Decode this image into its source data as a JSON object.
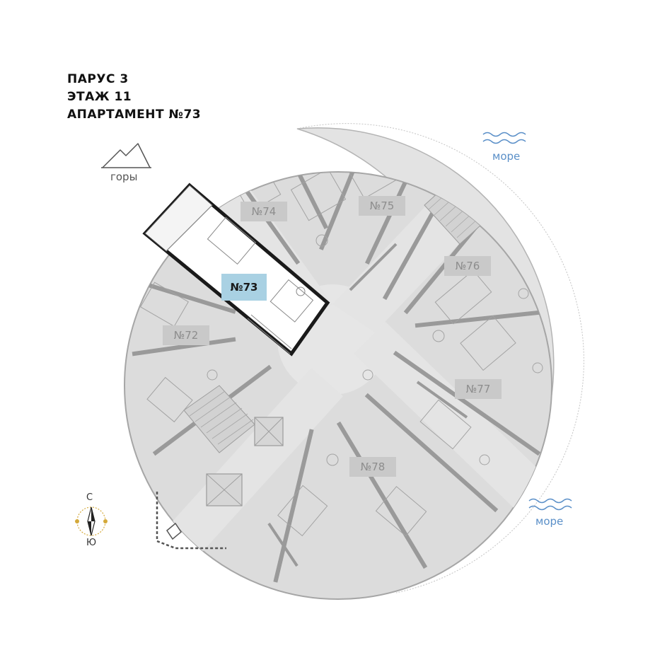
{
  "header": {
    "building": "ПАРУС 3",
    "floor": "ЭТАЖ 11",
    "apartment": "АПАРТАМЕНТ №73"
  },
  "landmarks": {
    "mountains": "горы",
    "sea_top": "море",
    "sea_bottom": "море"
  },
  "compass": {
    "north": "С",
    "south": "Ю"
  },
  "apartments": [
    {
      "id": "apt-74",
      "label": "№74",
      "selected": false
    },
    {
      "id": "apt-75",
      "label": "№75",
      "selected": false
    },
    {
      "id": "apt-76",
      "label": "№76",
      "selected": false
    },
    {
      "id": "apt-73",
      "label": "№73",
      "selected": true
    },
    {
      "id": "apt-72",
      "label": "№72",
      "selected": false
    },
    {
      "id": "apt-77",
      "label": "№77",
      "selected": false
    },
    {
      "id": "apt-78",
      "label": "№78",
      "selected": false
    }
  ],
  "colors": {
    "plan_fill": "#dcdcdc",
    "wall": "#9a9a9a",
    "selected_tag": "#a9d1e3",
    "tag": "#c9c9c9",
    "sea": "#5a8fc8"
  }
}
